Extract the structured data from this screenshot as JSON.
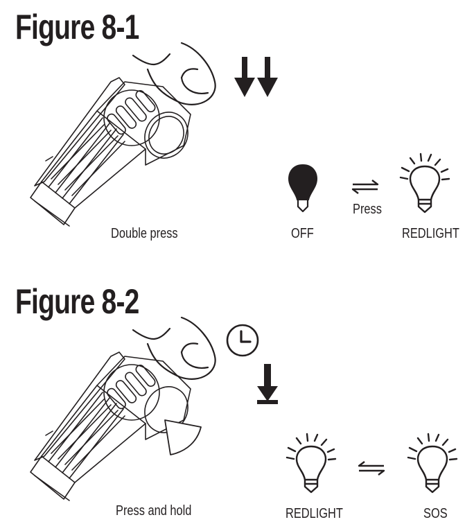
{
  "figures": [
    {
      "title": "Figure 8-1",
      "action_label": "Double press",
      "action_icon": "double-down-arrow-icon",
      "transition": {
        "from": {
          "label": "OFF",
          "icon": "bulb-off-icon"
        },
        "arrow_icon": "swap-arrows-icon",
        "arrow_label": "Press",
        "to": {
          "label": "REDLIGHT",
          "icon": "bulb-on-icon"
        }
      }
    },
    {
      "title": "Figure 8-2",
      "action_label": "Press and hold",
      "action_icons": [
        "clock-icon",
        "press-down-arrow-icon"
      ],
      "transition": {
        "from": {
          "label": "REDLIGHT",
          "icon": "bulb-on-icon"
        },
        "arrow_icon": "swap-arrows-icon",
        "to": {
          "label": "SOS",
          "icon": "bulb-on-icon"
        }
      }
    }
  ],
  "colors": {
    "ink": "#231f20",
    "background": "#ffffff"
  }
}
